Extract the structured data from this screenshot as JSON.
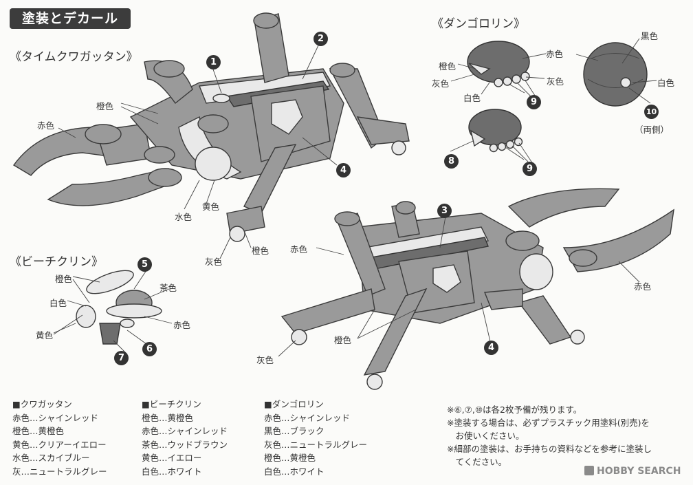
{
  "header": {
    "title": "塗装とデカール"
  },
  "sections": {
    "kuwagattan": "《タイムクワガッタン》",
    "dangororin": "《ダンゴロリン》",
    "beechkurin": "《ビーチクリン》"
  },
  "callouts": {
    "n1": "1",
    "n2": "2",
    "n3": "3",
    "n4a": "4",
    "n4b": "4",
    "n5": "5",
    "n6": "6",
    "n7": "7",
    "n8": "8",
    "n9a": "9",
    "n9b": "9",
    "n10": "10"
  },
  "labels": {
    "k_orange": "橙色",
    "k_red": "赤色",
    "k_water": "水色",
    "k_yellow": "黄色",
    "k_gray": "灰色",
    "k_orange2": "橙色",
    "d_orange": "橙色",
    "d_gray": "灰色",
    "d_white": "白色",
    "d_red": "赤色",
    "d_gray2": "灰色",
    "d_black": "黒色",
    "d_white2": "白色",
    "d_both": "（両側）",
    "b_orange": "橙色",
    "b_white": "白色",
    "b_yellow": "黄色",
    "b_brown": "茶色",
    "b_red": "赤色",
    "k2_red": "赤色",
    "k2_orange": "橙色",
    "k2_gray": "灰色",
    "k2_red2": "赤色"
  },
  "lists": {
    "kuwagattan": {
      "title": "■クワガッタン",
      "items": [
        "赤色…シャインレッド",
        "橙色…黄橙色",
        "黄色…クリアーイエロー",
        "水色…スカイブルー",
        "灰…ニュートラルグレー"
      ]
    },
    "beechkurin": {
      "title": "■ビーチクリン",
      "items": [
        "橙色…黄橙色",
        "赤色…シャインレッド",
        "茶色…ウッドブラウン",
        "黄色…イエロー",
        "白色…ホワイト"
      ]
    },
    "dangororin": {
      "title": "■ダンゴロリン",
      "items": [
        "赤色…シャインレッド",
        "黒色…ブラック",
        "灰色…ニュートラルグレー",
        "橙色…黄橙色",
        "白色…ホワイト"
      ]
    }
  },
  "notes": [
    "※⑥,⑦,⑩は各2枚予備が残ります。",
    "※塗装する場合は、必ずプラスチック用塗料(別売)を",
    "　お使いください。",
    "※細部の塗装は、お手持ちの資料などを参考に塗装し",
    "　てください。"
  ],
  "watermark": "HOBBY SEARCH"
}
